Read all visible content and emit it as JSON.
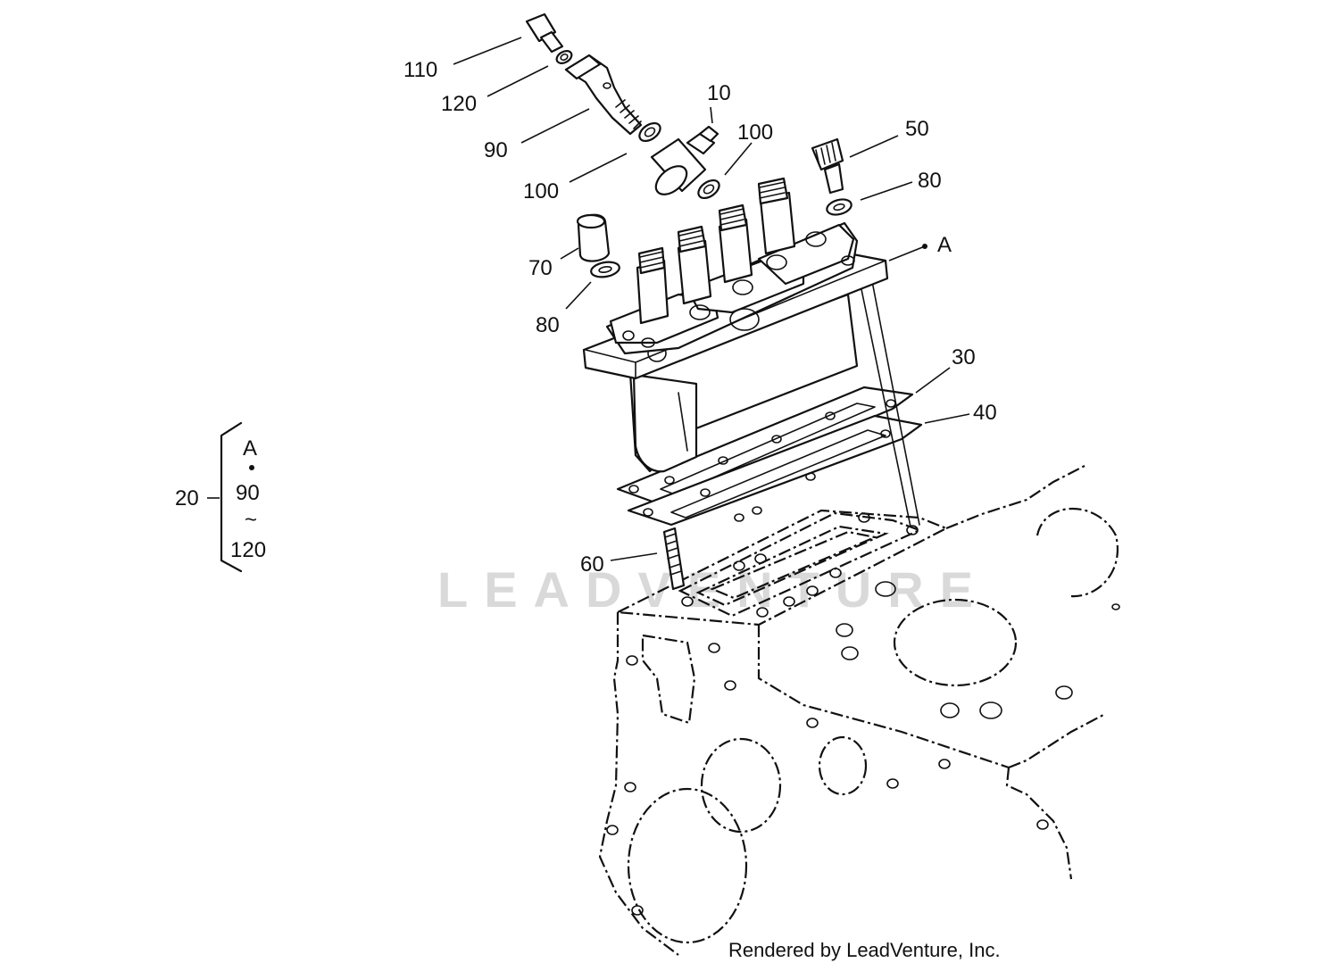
{
  "watermark": "LEADVENTURE",
  "credit": "Rendered by LeadVenture, Inc.",
  "callouts": {
    "c110": "110",
    "c120": "120",
    "c90": "90",
    "c100a": "100",
    "c10": "10",
    "c100b": "100",
    "c50": "50",
    "c80a": "80",
    "cA": "A",
    "c70": "70",
    "c80b": "80",
    "c30": "30",
    "c40": "40",
    "c60": "60",
    "c20": "20"
  },
  "assembly_note": {
    "top": "A",
    "from": "90",
    "range_symbol": "~",
    "to": "120"
  }
}
